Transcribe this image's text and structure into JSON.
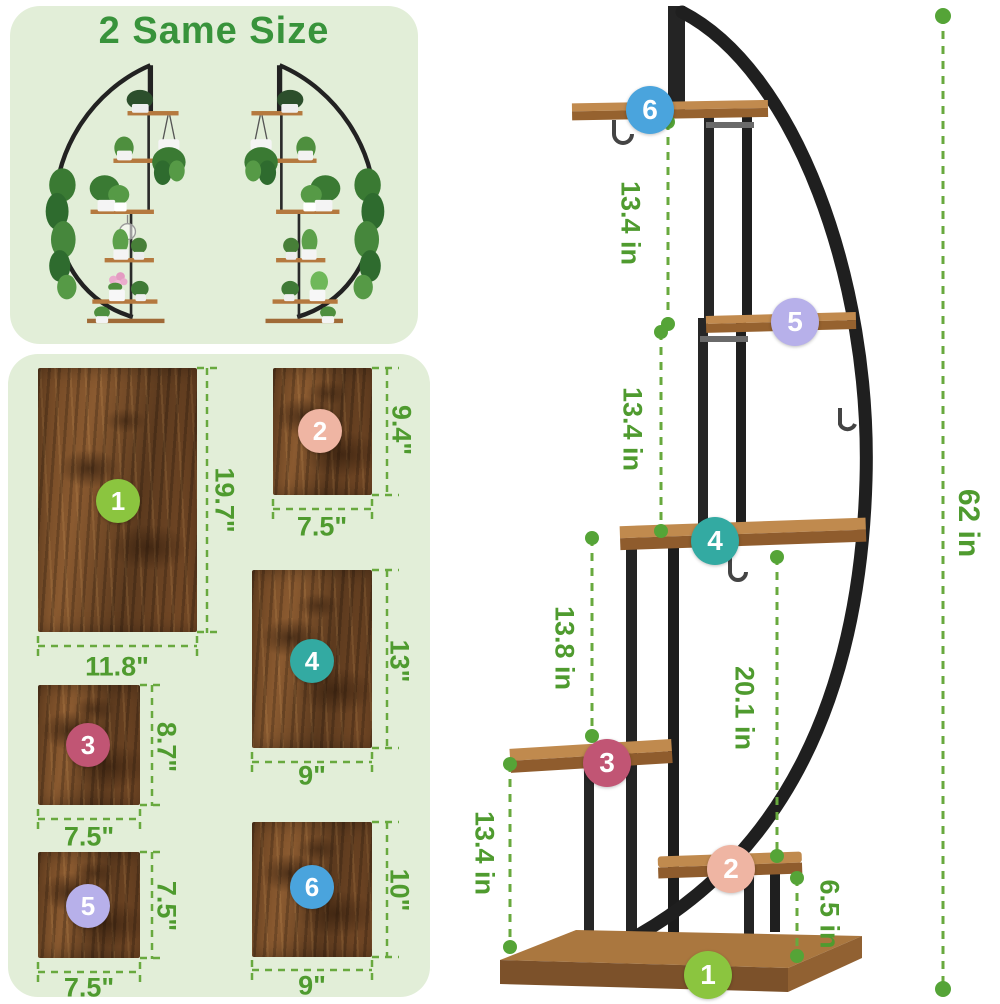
{
  "top_panel": {
    "title": "2 Same Size"
  },
  "boards": [
    {
      "num": "1",
      "height": "19.7\"",
      "width": "11.8\""
    },
    {
      "num": "2",
      "height": "9.4\"",
      "width": "7.5\""
    },
    {
      "num": "3",
      "height": "8.7\"",
      "width": "7.5\""
    },
    {
      "num": "4",
      "height": "13\"",
      "width": "9\""
    },
    {
      "num": "5",
      "height": "7.5\"",
      "width": "7.5\""
    },
    {
      "num": "6",
      "height": "10\"",
      "width": "9\""
    }
  ],
  "stand": {
    "shelf_labels": [
      "6",
      "5",
      "4",
      "3",
      "2",
      "1"
    ],
    "dims": {
      "shelf6_to_shelf5": "13.4 in",
      "shelf5_to_shelf4": "13.4 in",
      "shelf4_to_shelf3": "13.8 in",
      "shelf4_to_shelf2": "20.1 in",
      "shelf3_to_base": "13.4 in",
      "shelf2_to_base": "6.5 in",
      "total_height": "62 in"
    }
  },
  "colors": {
    "badge_1": "#8bc53f",
    "badge_2": "#efb5a3",
    "badge_3": "#c15574",
    "badge_4": "#33aaa2",
    "badge_5": "#b7b0ea",
    "badge_6": "#4aa4dd",
    "dimension_text": "#4f9b2f",
    "dimension_line": "#68a93e",
    "panel_background": "#e2eed8",
    "title_green": "#38933b"
  }
}
